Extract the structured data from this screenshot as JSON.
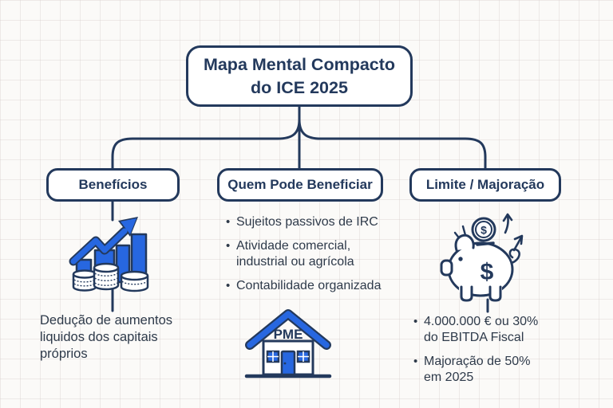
{
  "title": {
    "text": "Mapa Mental Compacto\ndo ICE 2025"
  },
  "branches": {
    "beneficios": {
      "label": "Benefícios",
      "description": "Dedução de aumentos\nliquidos dos capitais\npróprios"
    },
    "quem_pode_beneficiar": {
      "label": "Quem Pode Beneficiar",
      "bullets": [
        "Sujeitos passivos de IRC",
        "Atividade comercial,\nindustrial ou agrícola",
        "Contabilidade organizada"
      ],
      "house_label": "PME"
    },
    "limite_majoracao": {
      "label": "Limite / Majoração",
      "bullets": [
        "4.000.000 € ou 30%\ndo EBITDA Fiscal",
        "Majoração de 50%\nem 2025"
      ]
    }
  },
  "glyphs": {
    "bullet": "•",
    "dollar": "$"
  },
  "icons": {
    "left": "growth-chart-with-coins-icon",
    "middle": "pme-house-icon",
    "right": "piggy-bank-savings-icon"
  },
  "colors": {
    "navy": "#23395C",
    "blue": "#2767E0",
    "text": "#2E3A4A",
    "background": "#FBFAF8"
  }
}
